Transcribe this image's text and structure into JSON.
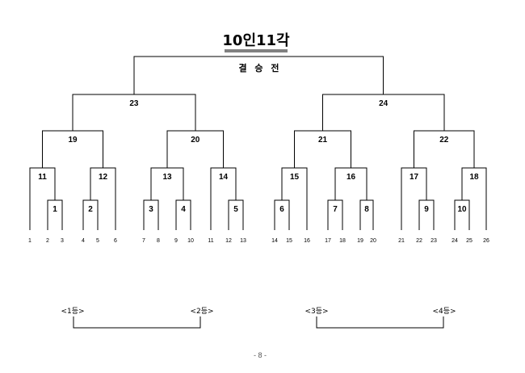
{
  "title": "10인11각",
  "subtitle": "결 승 전",
  "page_number": "- 8 -",
  "ranks": [
    "<1등>",
    "<2등>",
    "<3등>",
    "<4등>"
  ],
  "players": [
    "1",
    "2",
    "3",
    "4",
    "5",
    "6",
    "7",
    "8",
    "9",
    "10",
    "11",
    "12",
    "13",
    "14",
    "15",
    "16",
    "17",
    "18",
    "19",
    "20",
    "21",
    "22",
    "23",
    "24",
    "25",
    "26"
  ],
  "matches": [
    {
      "id": "1",
      "children": [
        "p2",
        "p3"
      ]
    },
    {
      "id": "2",
      "children": [
        "p4",
        "p5"
      ]
    },
    {
      "id": "3",
      "children": [
        "p7",
        "p8"
      ]
    },
    {
      "id": "4",
      "children": [
        "p9",
        "p10"
      ]
    },
    {
      "id": "5",
      "children": [
        "p12",
        "p13"
      ]
    },
    {
      "id": "6",
      "children": [
        "p14",
        "p15"
      ]
    },
    {
      "id": "7",
      "children": [
        "p17",
        "p18"
      ]
    },
    {
      "id": "8",
      "children": [
        "p19",
        "p20"
      ]
    },
    {
      "id": "9",
      "children": [
        "p22",
        "p23"
      ]
    },
    {
      "id": "10",
      "children": [
        "p24",
        "p25"
      ]
    },
    {
      "id": "11",
      "children": [
        "p1",
        "m1"
      ]
    },
    {
      "id": "12",
      "children": [
        "m2",
        "p6"
      ]
    },
    {
      "id": "13",
      "children": [
        "m3",
        "m4"
      ]
    },
    {
      "id": "14",
      "children": [
        "p11",
        "m5"
      ]
    },
    {
      "id": "15",
      "children": [
        "m6",
        "p16"
      ]
    },
    {
      "id": "16",
      "children": [
        "m7",
        "m8"
      ]
    },
    {
      "id": "17",
      "children": [
        "p21",
        "m9"
      ]
    },
    {
      "id": "18",
      "children": [
        "m10",
        "p26"
      ]
    },
    {
      "id": "19",
      "children": [
        "m11",
        "m12"
      ]
    },
    {
      "id": "20",
      "children": [
        "m13",
        "m14"
      ]
    },
    {
      "id": "21",
      "children": [
        "m15",
        "m16"
      ]
    },
    {
      "id": "22",
      "children": [
        "m17",
        "m18"
      ]
    },
    {
      "id": "23",
      "children": [
        "m19",
        "m20"
      ]
    },
    {
      "id": "24",
      "children": [
        "m21",
        "m22"
      ]
    },
    {
      "id": "final",
      "children": [
        "m23",
        "m24"
      ]
    }
  ]
}
